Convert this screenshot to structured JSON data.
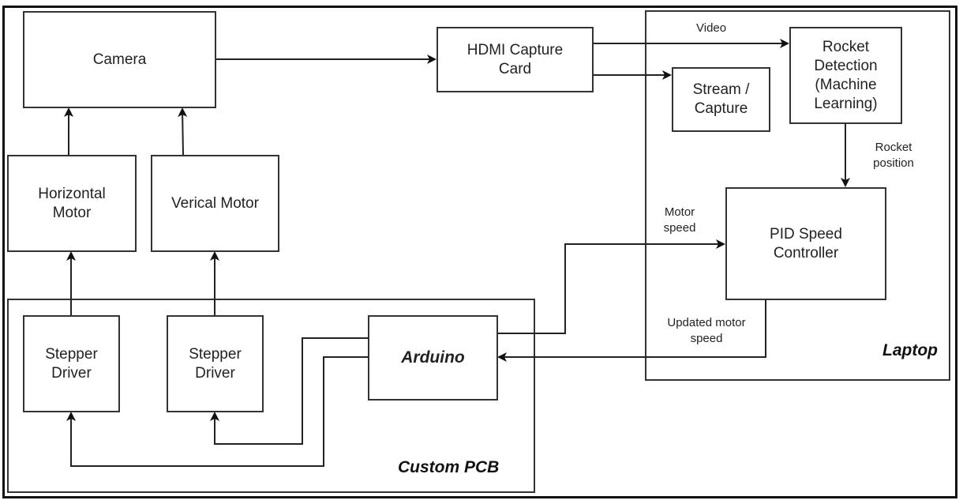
{
  "diagram": {
    "containers": {
      "laptop": "Laptop",
      "custom_pcb": "Custom PCB"
    },
    "nodes": {
      "camera": "Camera",
      "hdmi_capture_card": "HDMI Capture Card",
      "stream_capture": "Stream / Capture",
      "rocket_detection": "Rocket Detection (Machine Learning)",
      "horizontal_motor": "Horizontal Motor",
      "vertical_motor": "Verical Motor",
      "pid_speed_controller": "PID Speed Controller",
      "stepper_driver_1": "Stepper Driver",
      "stepper_driver_2": "Stepper Driver",
      "arduino": "Arduino"
    },
    "edge_labels": {
      "video": "Video",
      "rocket_position": "Rocket position",
      "motor_speed": "Motor speed",
      "updated_motor_speed": "Updated motor speed"
    },
    "edges": [
      {
        "from": "Camera",
        "to": "HDMI Capture Card"
      },
      {
        "from": "HDMI Capture Card",
        "to": "Rocket Detection",
        "label": "Video"
      },
      {
        "from": "HDMI Capture Card",
        "to": "Stream / Capture"
      },
      {
        "from": "Rocket Detection",
        "to": "PID Speed Controller",
        "label": "Rocket position"
      },
      {
        "from": "Arduino",
        "to": "PID Speed Controller",
        "label": "Motor speed"
      },
      {
        "from": "PID Speed Controller",
        "to": "Arduino",
        "label": "Updated motor speed"
      },
      {
        "from": "Arduino",
        "to": "Stepper Driver (2)"
      },
      {
        "from": "Arduino",
        "to": "Stepper Driver (1)"
      },
      {
        "from": "Stepper Driver (1)",
        "to": "Horizontal Motor"
      },
      {
        "from": "Stepper Driver (2)",
        "to": "Verical Motor"
      },
      {
        "from": "Horizontal Motor",
        "to": "Camera"
      },
      {
        "from": "Verical Motor",
        "to": "Camera"
      }
    ]
  }
}
